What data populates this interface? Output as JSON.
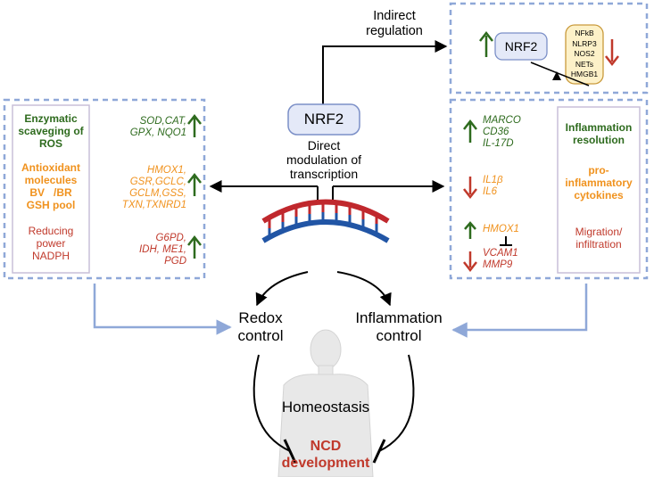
{
  "top": {
    "indirect_label": "Indirect regulation",
    "nrf2": "NRF2",
    "inflammatory_items": [
      "NFkB",
      "NLRP3",
      "NOS2",
      "NETs",
      "HMGB1"
    ]
  },
  "center": {
    "nrf2": "NRF2",
    "direct_label": [
      "Direct",
      "modulation of",
      "transcription"
    ]
  },
  "left_panel": {
    "enzymatic": [
      "Enzymatic",
      "scaveging of",
      "ROS"
    ],
    "antioxidant": [
      "Antioxidant",
      "molecules",
      "BV   /BR",
      "GSH pool"
    ],
    "reducing": [
      "Reducing",
      "power",
      "NADPH"
    ],
    "genes_1": [
      "SOD,CAT,",
      "GPX, NQO1"
    ],
    "genes_2": [
      "HMOX1,",
      "GSR,GCLC,",
      "GCLM,GSS,",
      "TXN,TXNRD1"
    ],
    "genes_3": [
      "G6PD,",
      "IDH, ME1,",
      "PGD"
    ]
  },
  "right_panel": {
    "genes_1": [
      "MARCO",
      "CD36",
      "IL-17D"
    ],
    "genes_2": [
      "IL1β",
      "IL6"
    ],
    "genes_3a": "HMOX1",
    "genes_3b": [
      "VCAM1",
      "MMP9"
    ],
    "resolution": [
      "Inflammation",
      "resolution"
    ],
    "cytokines": [
      "pro-",
      "inflammatory",
      "cytokines"
    ],
    "migration": [
      "Migration/",
      "infiltration"
    ]
  },
  "bottom": {
    "redox": [
      "Redox",
      "control"
    ],
    "inflammation": [
      "Inflammation",
      "control"
    ],
    "homeostasis": "Homeostasis",
    "ncd": [
      "NCD",
      "development"
    ]
  },
  "colors": {
    "dashed_border": "#8fa8d8",
    "inner_border": "#c8bfd8",
    "green": "#2e6b1e",
    "orange": "#f0921e",
    "red": "#c0392b",
    "nrf2_fill": "#e4e9f8",
    "nrf2_stroke": "#7b8fc7",
    "box_fill": "#fdf1c8",
    "box_stroke": "#c99a3b",
    "dna_red": "#c0282d",
    "dna_blue": "#2155a5",
    "arrow_blue": "#8fa8d8"
  }
}
